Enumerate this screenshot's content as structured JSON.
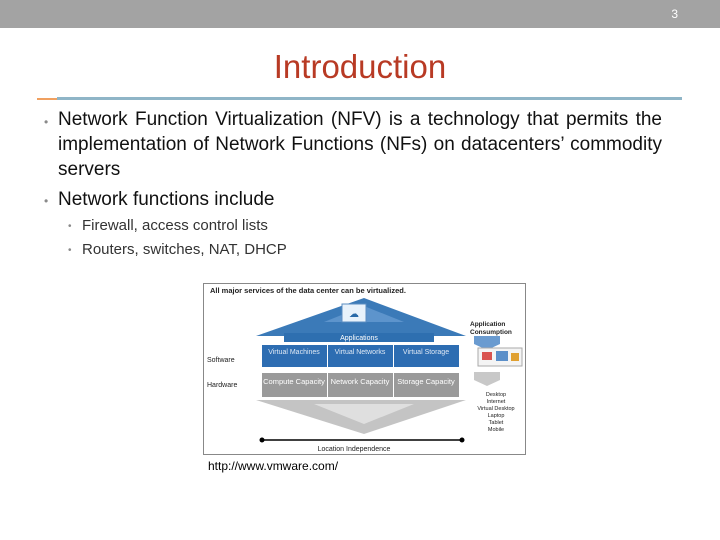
{
  "slide": {
    "page_number": "3",
    "title": "Introduction",
    "bullets": [
      {
        "text": "Network Function Virtualization (NFV) is a technology that permits the implementation of Network Functions (NFs) on datacenters’ commodity servers"
      },
      {
        "text": "Network functions include",
        "sub": [
          "Firewall, access control lists",
          "Routers, switches, NAT, DHCP"
        ]
      }
    ],
    "figure": {
      "header": "All major services of the data center can be virtualized.",
      "left_labels": {
        "software": "Software",
        "hardware": "Hardware"
      },
      "applications": "Applications",
      "virtual": [
        "Virtual Machines",
        "Virtual Networks",
        "Virtual Storage"
      ],
      "physical": [
        "Compute Capacity",
        "Network Capacity",
        "Storage Capacity"
      ],
      "bottom": "Location Independence",
      "right_title": "Application Consumption",
      "right_list": [
        "Desktop",
        "Internet",
        "Virtual Desktop",
        "Laptop",
        "Tablet",
        "Mobile"
      ]
    },
    "caption": "http://www.vmware.com/"
  }
}
